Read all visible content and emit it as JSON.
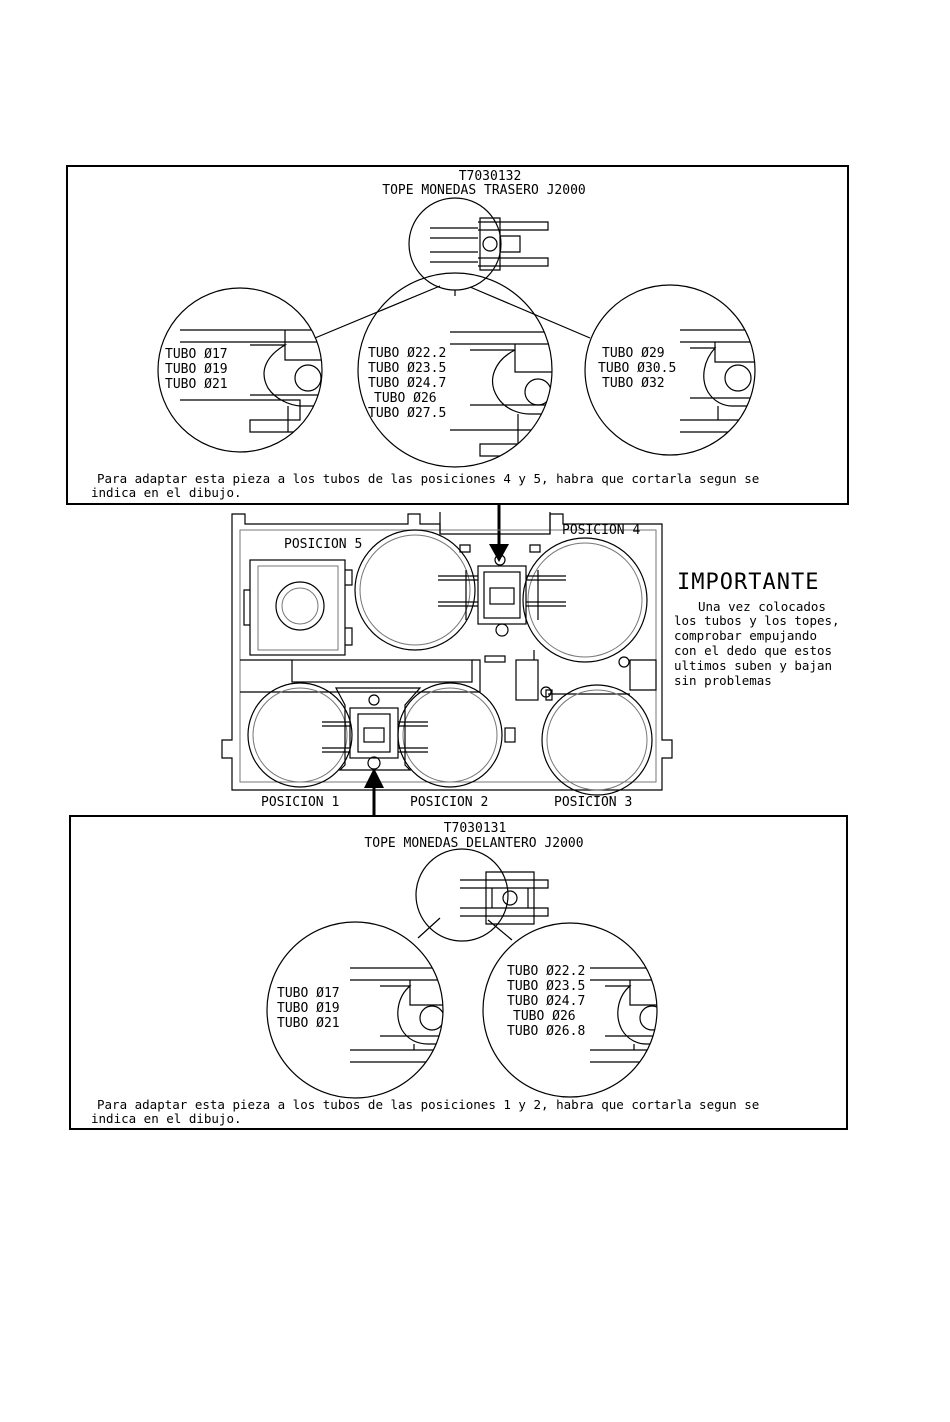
{
  "top_panel": {
    "part_number": "T7030132",
    "part_name": "TOPE MONEDAS TRASERO J2000",
    "left_tubes": [
      "TUBO Ø17",
      "TUBO Ø19",
      "TUBO Ø21"
    ],
    "center_tubes": [
      "TUBO Ø22.2",
      "TUBO Ø23.5",
      "TUBO Ø24.7",
      "TUBO Ø26",
      "TUBO Ø27.5"
    ],
    "right_tubes": [
      "TUBO Ø29",
      "TUBO Ø30.5",
      "TUBO Ø32"
    ],
    "note_line1": "Para adaptar esta pieza a los tubos de las posiciones 4 y 5, habra que cortarla segun se",
    "note_line2": "indica en el dibujo."
  },
  "middle": {
    "pos1": "POSICION 1",
    "pos2": "POSICION 2",
    "pos3": "POSICION 3",
    "pos4": "POSICION 4",
    "pos5": "POSICION 5",
    "important_title": "IMPORTANTE",
    "important_lines": [
      "Una vez colocados",
      "los tubos y los topes,",
      "comprobar empujando",
      "con el dedo que estos",
      "ultimos suben y bajan",
      "sin problemas"
    ]
  },
  "bottom_panel": {
    "part_number": "T7030131",
    "part_name": "TOPE MONEDAS DELANTERO J2000",
    "left_tubes": [
      "TUBO Ø17",
      "TUBO Ø19",
      "TUBO Ø21"
    ],
    "right_tubes": [
      "TUBO Ø22.2",
      "TUBO Ø23.5",
      "TUBO Ø24.7",
      "TUBO Ø26",
      "TUBO Ø26.8"
    ],
    "note_line1": "Para adaptar esta pieza a los tubos de las posiciones 1 y 2, habra que cortarla segun se",
    "note_line2": "indica en el dibujo."
  }
}
